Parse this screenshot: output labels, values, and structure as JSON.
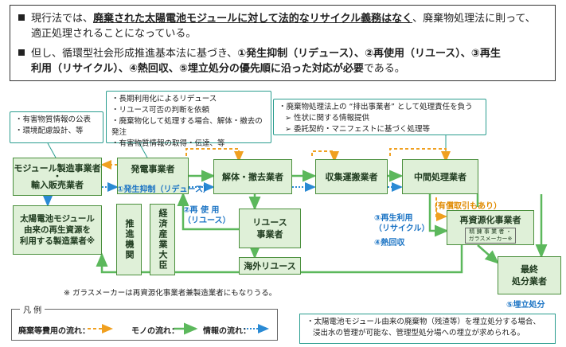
{
  "summary": {
    "b1": {
      "pre": "現行法では、",
      "em": "廃棄された太陽電池モジュールに対して法的なリサイクル義務はなく",
      "post": "、廃棄物処理法に則って、",
      "line2": "適正処理されることになっている。"
    },
    "b2": {
      "pre": "但し、循環型社会形成推進基本法に基づき、",
      "em1": "①発生抑制（リデュース）、②再使用（リユース）、③再生",
      "em2": "利用（リサイクル）、④熱回収、⑤埋立処分の優先順に沿った対応が必要",
      "post": "である。"
    }
  },
  "callouts": {
    "left": [
      "・有害物質情報の公表",
      "・環境配慮設計、等"
    ],
    "center": [
      "・長期利用化によるリデュース",
      "・リユース可否の判断を依頼",
      "・廃棄物化して処理する場合、解体・撤去の発注",
      "・有害物質情報の取得・伝達、等"
    ],
    "right": [
      "・廃棄物処理法上の “排出事業者” として処理責任を負う",
      "➢ 性状に関する情報提供",
      "➢ 委託契約・マニフェストに基づく処理等"
    ]
  },
  "actors": {
    "manufacturer_l1": "モジュール製造事業者",
    "manufacturer_amp": "・",
    "manufacturer_l2": "輸入販売業者",
    "generator": "発電事業者",
    "demolition": "解体・撤去業者",
    "collector": "収集運搬業者",
    "intermediate": "中間処理業者",
    "recycled_mfr": [
      "太陽電池モジュール",
      "由来の再生資源を",
      "利用する製造業者※"
    ],
    "promo": "推進機関",
    "meti": "経済産業大臣",
    "reuse": [
      "リユース",
      "事業者"
    ],
    "overseas_reuse": "海外リユース",
    "recycler": "再資源化事業者",
    "recycler_sub": [
      "精 錬 事 業 者 ・",
      "ガラスメーカー※"
    ],
    "final": [
      "最終",
      "処分業者"
    ]
  },
  "labels": {
    "reduce": "①発生抑制（リデュース）",
    "reuse": [
      "②再 使 用",
      "（リユース）"
    ],
    "recycle": [
      "③再生利用",
      "（リサイクル）"
    ],
    "heat": "④熱回収",
    "landfill": "⑤埋立処分",
    "paid": "（有償取引もあり）"
  },
  "footnote": "※ ガラスメーカーは再資源化事業者兼製造業者にもなりうる。",
  "legend": {
    "title": "凡 例",
    "fee": "廃棄等費用の流れ：",
    "goods": "モノの流れ：",
    "info": "情報の流れ："
  },
  "bottom_note": [
    "・太陽電池モジュール由来の廃棄物（残渣等）を埋立処分する場合、",
    "浸出水の管理が可能な、管理型処分場への埋立が求められる。"
  ],
  "colors": {
    "goods": "#5cb85c",
    "fee": "#f0a020",
    "info": "#2a8ad4",
    "box_fill": "#dff0d8",
    "box_border": "#4a8f3c"
  }
}
